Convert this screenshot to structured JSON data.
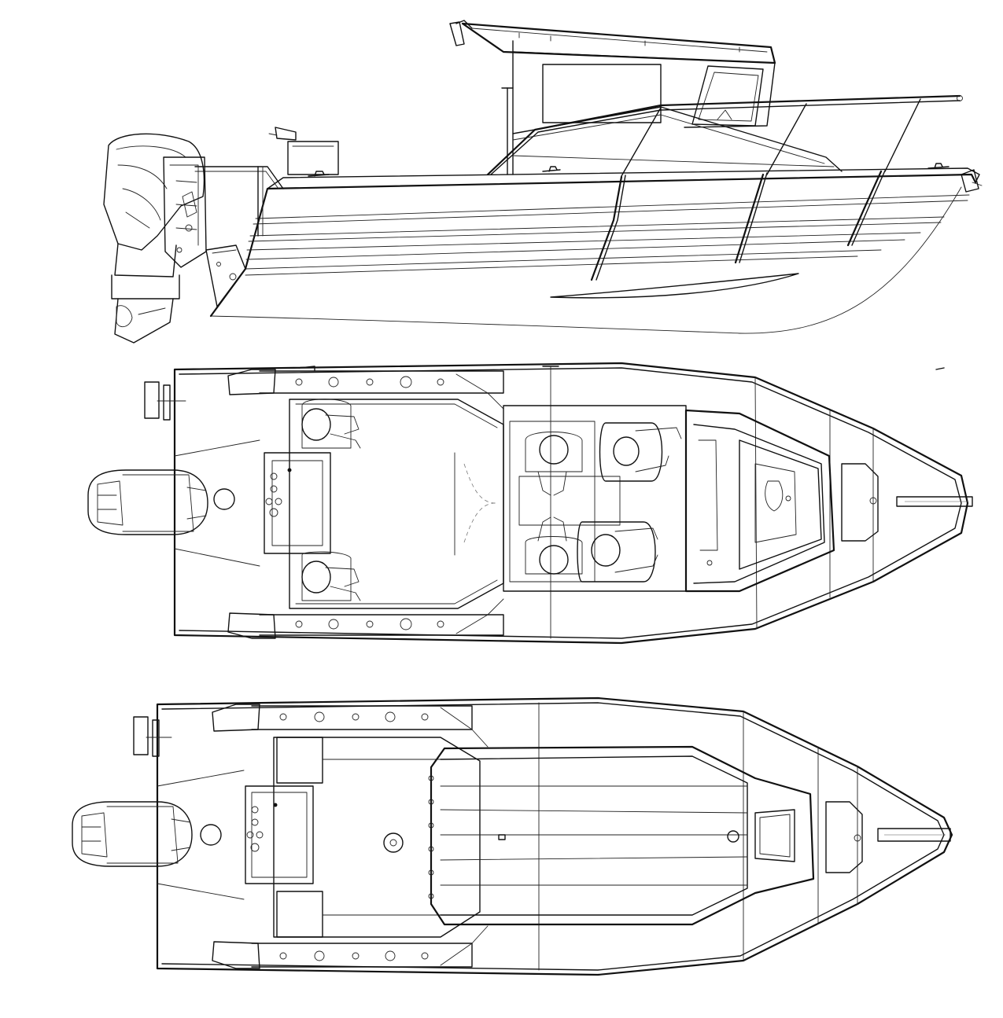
{
  "drawing": {
    "views": [
      "side-profile",
      "plan-with-seating",
      "plan-deck"
    ],
    "line_color": "#111111",
    "background_color": "#ffffff"
  }
}
